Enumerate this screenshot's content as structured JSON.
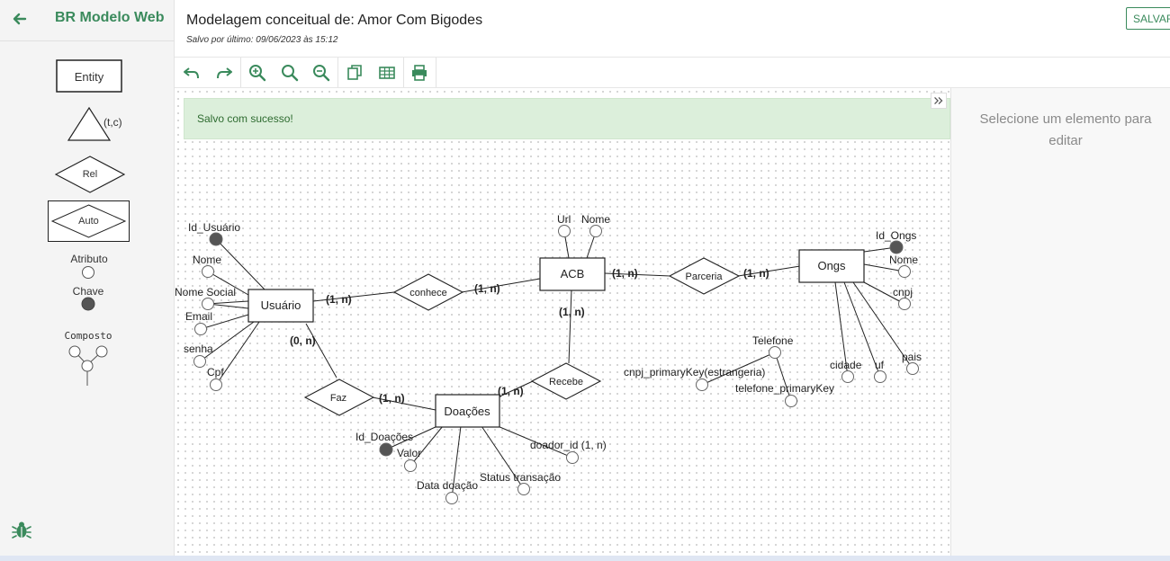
{
  "app": {
    "brand": "BR Modelo Web"
  },
  "palette": {
    "entity": "Entity",
    "specialization": "(t,c)",
    "relationship": "Rel",
    "associative": "Auto",
    "attribute": "Atributo",
    "key": "Chave",
    "composite": "Composto"
  },
  "header": {
    "title": "Modelagem conceitual de: Amor Com Bigodes",
    "saved_at": "Salvo por último: 09/06/2023 às 15:12",
    "save_button": "SALVAR"
  },
  "toolbar": {
    "icons": [
      "undo-icon",
      "redo-icon",
      "zoom-in-icon",
      "zoom-reset-icon",
      "zoom-out-icon",
      "duplicate-icon",
      "table-icon",
      "print-icon"
    ]
  },
  "toast": {
    "message": "Salvo com sucesso!"
  },
  "right_panel": {
    "hint": "Selecione um elemento para editar"
  },
  "diagram": {
    "entities": {
      "usuario": "Usuário",
      "acb": "ACB",
      "ongs": "Ongs",
      "doacoes": "Doações"
    },
    "relationships": {
      "conhece": "conhece",
      "parceria": "Parceria",
      "faz": "Faz",
      "recebe": "Recebe"
    },
    "cardinalities": {
      "usuario_conhece": "(1, n)",
      "conhece_acb": "(1, n)",
      "acb_parceria": "(1, n)",
      "parceria_ongs": "(1, n)",
      "acb_recebe": "(1, n)",
      "recebe_doacoes": "(1, n)",
      "usuario_faz": "(0, n)",
      "faz_doacoes": "(1, n)"
    },
    "attributes": {
      "id_usuario": "Id_Usuário",
      "nome_usuario": "Nome",
      "nome_social": "Nome Social",
      "email": "Email",
      "senha": "senha",
      "cpf": "Cpf",
      "url": "Url",
      "nome_acb": "Nome",
      "id_ongs": "Id_Ongs",
      "nome_ongs": "Nome",
      "cnpj": "cnpj",
      "cidade": "cidade",
      "uf": "uf",
      "pais": "pais",
      "telefone": "Telefone",
      "cnpj_pk": "cnpj_primaryKey(estrangeria)",
      "telefone_pk": "telefone_primaryKey",
      "id_doacoes": "Id_Doações",
      "valor": "Valor",
      "data_doacao": "Data doação",
      "status_transacao": "Status transação",
      "doador_id": "doador_id (1, n)"
    }
  },
  "colors": {
    "brand": "#3a8a5c",
    "toast_bg": "#dcefdb",
    "key_fill": "#555555"
  }
}
